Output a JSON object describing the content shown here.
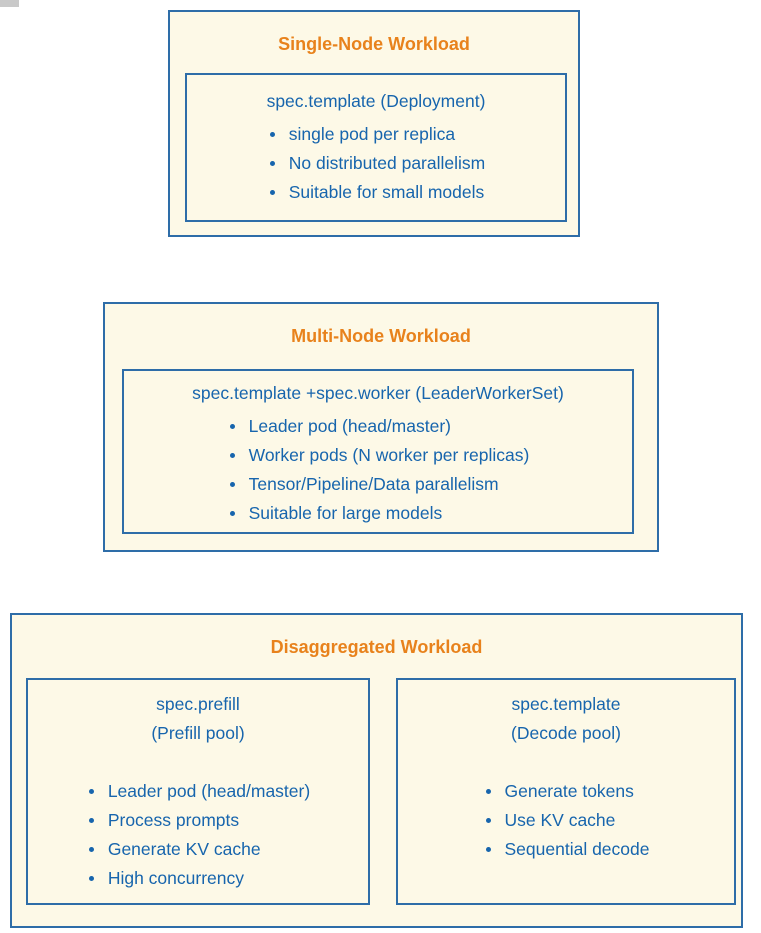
{
  "colors": {
    "panel_background": "#FDF9E7",
    "border_blue": "#2E6DA8",
    "title_orange": "#E8821C",
    "text_blue": "#1765AD",
    "page_background": "#FFFFFF"
  },
  "single_node": {
    "title": "Single-Node Workload",
    "heading": "spec.template (Deployment)",
    "bullets": [
      "single pod per replica",
      "No distributed parallelism",
      "Suitable for small models"
    ]
  },
  "multi_node": {
    "title": "Multi-Node Workload",
    "heading": "spec.template +spec.worker (LeaderWorkerSet)",
    "bullets": [
      "Leader pod (head/master)",
      "Worker pods (N worker per replicas)",
      "Tensor/Pipeline/Data parallelism",
      "Suitable for large models"
    ]
  },
  "disaggregated": {
    "title": "Disaggregated Workload",
    "prefill": {
      "heading": "spec.prefill\n(Prefill pool)",
      "bullets": [
        "Leader pod (head/master)",
        "Process prompts",
        "Generate KV cache",
        "High concurrency"
      ]
    },
    "decode": {
      "heading": "spec.template\n(Decode pool)",
      "bullets": [
        "Generate tokens",
        "Use KV cache",
        "Sequential decode"
      ]
    }
  }
}
